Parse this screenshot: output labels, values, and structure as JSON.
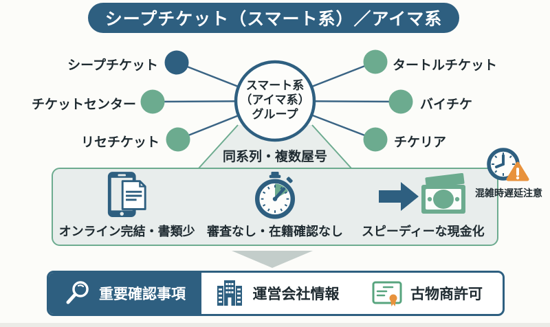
{
  "title": "シープチケット（スマート系）／アイマ系",
  "hub": {
    "center": {
      "line1": "スマート系",
      "line2": "（アイマ系）",
      "line3": "グループ"
    },
    "caption": "同系列・複数屋号",
    "left_nodes": [
      {
        "label": "シープチケット",
        "dot_color": "#2e5f80"
      },
      {
        "label": "チケットセンター",
        "dot_color": "#6cab8f"
      },
      {
        "label": "リセチケット",
        "dot_color": "#6cab8f"
      }
    ],
    "right_nodes": [
      {
        "label": "タートルチケット",
        "dot_color": "#6cab8f"
      },
      {
        "label": "バイチケ",
        "dot_color": "#6cab8f"
      },
      {
        "label": "チケリア",
        "dot_color": "#6cab8f"
      }
    ]
  },
  "features": {
    "items": [
      {
        "icon": "smartphone-document-icon",
        "label": "オンライン完結・書類少"
      },
      {
        "icon": "stopwatch-icon",
        "label": "審査なし・在籍確認なし"
      },
      {
        "icon": "arrow-to-banknote-icon",
        "label": "スピーディーな現金化"
      }
    ],
    "delay_warning": {
      "icon": "clock-warning-icon",
      "label": "混雑時遅延注意"
    }
  },
  "footer": {
    "primary": {
      "icon": "magnifier-icon",
      "label": "重要確認事項"
    },
    "items": [
      {
        "icon": "building-icon",
        "label": "運営会社情報"
      },
      {
        "icon": "certificate-icon",
        "label": "古物商許可"
      }
    ]
  },
  "colors": {
    "accent_blue": "#2e5f80",
    "accent_green": "#6cab8f",
    "line_blue": "#3a6484",
    "panel_bg": "#e8edec",
    "warning_orange": "#e8923c",
    "arrow_gray": "#c3cdca"
  }
}
